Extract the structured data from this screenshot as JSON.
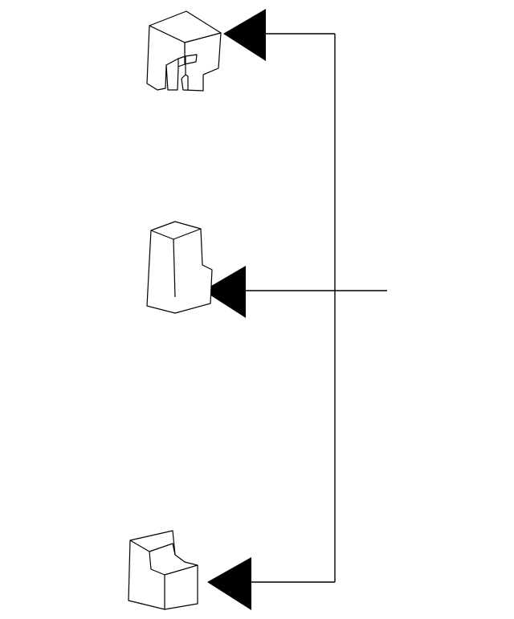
{
  "diagram": {
    "stroke_color": "#000000",
    "arrowhead_color": "#000000",
    "background_color": "#ffffff",
    "shapes": [
      {
        "name": "shape-top",
        "icon": "isometric-block-with-notches"
      },
      {
        "name": "shape-middle",
        "icon": "isometric-tall-block-with-step"
      },
      {
        "name": "shape-bottom",
        "icon": "isometric-l-shaped-step-block"
      }
    ],
    "connectors": [
      {
        "name": "branch-to-top",
        "target": "shape-top"
      },
      {
        "name": "branch-to-middle",
        "target": "shape-middle"
      },
      {
        "name": "branch-to-bottom",
        "target": "shape-bottom"
      }
    ]
  }
}
